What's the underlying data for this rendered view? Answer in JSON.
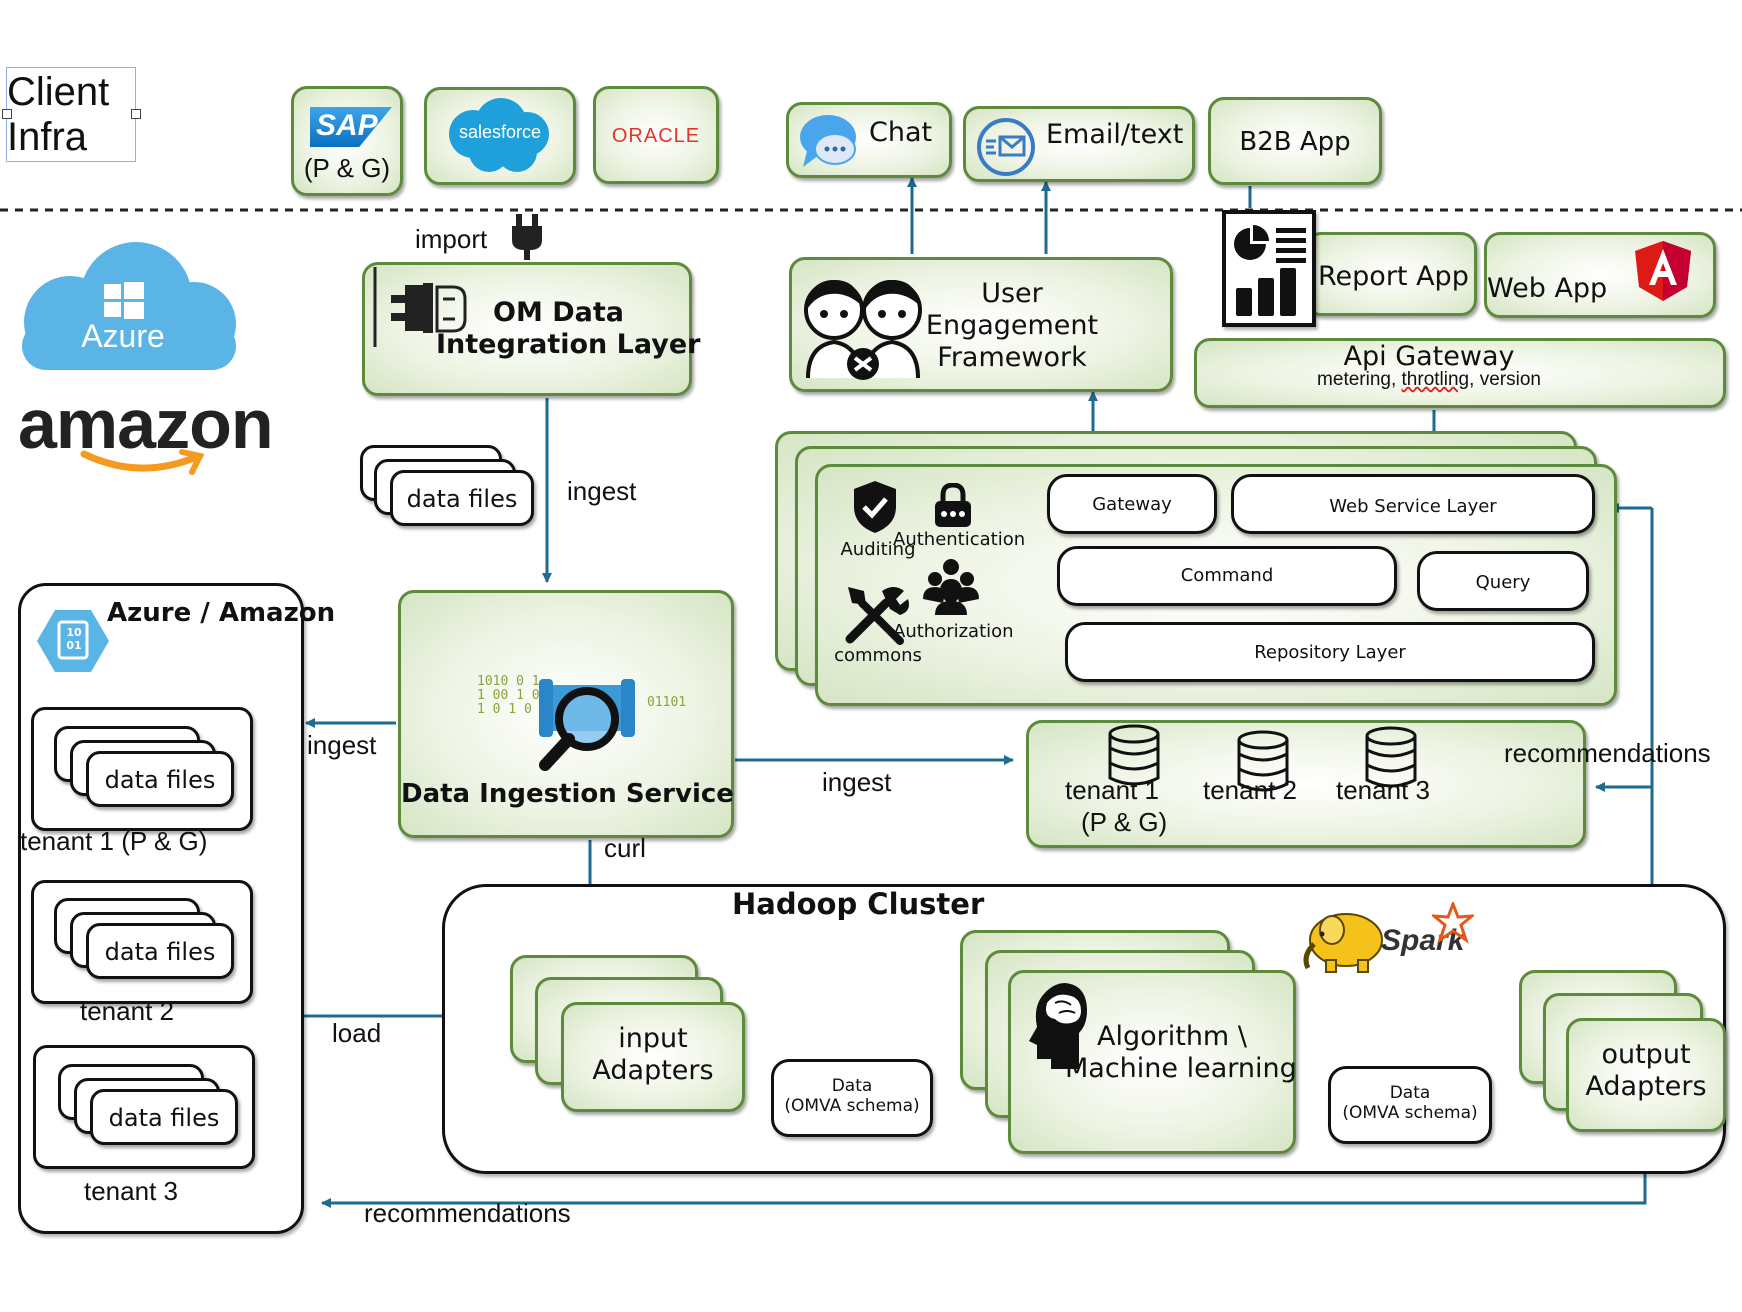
{
  "client_infra": {
    "label_line1": "Client",
    "label_line2": "Infra"
  },
  "sources": {
    "sap_logo": "SAP",
    "sap_sub": "(P & G)",
    "salesforce": "salesforce",
    "oracle": "ORACLE"
  },
  "channels": {
    "chat": "Chat",
    "email": "Email/text",
    "b2b": "B2B App"
  },
  "apps": {
    "report": "Report App",
    "web": "Web App"
  },
  "clouds": {
    "azure": "Azure",
    "amazon": "amazon"
  },
  "edge_labels": {
    "import": "import",
    "ingest_files": "ingest",
    "ingest_left": "ingest",
    "ingest_right": "ingest",
    "curl": "curl",
    "load": "load",
    "recommendations_right": "recommendations",
    "recommendations_bottom": "recommendations"
  },
  "om_layer": {
    "line1": "OM Data",
    "line2": "Integration Layer"
  },
  "data_files_label": "data files",
  "user_engagement": {
    "line1": "User",
    "line2": "Engagement",
    "line3": "Framework"
  },
  "api_gateway": {
    "title": "Api Gateway",
    "sub_a": "metering, ",
    "sub_b": "throtling",
    "sub_c": ", version"
  },
  "services": {
    "auditing": "Auditing",
    "authentication": "Authentication",
    "commons": "commons",
    "authorization": "Authorization",
    "gateway": "Gateway",
    "web_service": "Web Service Layer",
    "command": "Command",
    "query": "Query",
    "repository": "Repository Layer"
  },
  "ingestion": {
    "title": "Data Ingestion Service",
    "bits_left": "1010 0 1 1 00 1 0 1 0 1 0",
    "bits_right": "01101"
  },
  "tenants_db": {
    "t1": "tenant 1",
    "t1_sub": "(P & G)",
    "t2": "tenant 2",
    "t3": "tenant 3"
  },
  "storage": {
    "title": "Azure / Amazon",
    "icon_text": "10 01",
    "t1": "tenant 1 (P & G)",
    "t2": "tenant 2",
    "t3": "tenant 3",
    "file_label": "data files"
  },
  "hadoop": {
    "title": "Hadoop Cluster",
    "spark": "Spark",
    "input_line1": "input",
    "input_line2": "Adapters",
    "algo_line1": "Algorithm \\",
    "algo_line2": "Machine learning",
    "output_line1": "output",
    "output_line2": "Adapters",
    "data_line1": "Data",
    "data_line2": "(OMVA schema)"
  },
  "colors": {
    "green_border": "#5d8a3c",
    "green_fill": "#e6f0d9",
    "arrow": "#1f6a8f",
    "azure": "#5ab5e6",
    "amazon_orange": "#f39a1f",
    "angular_red": "#dd1b16"
  }
}
